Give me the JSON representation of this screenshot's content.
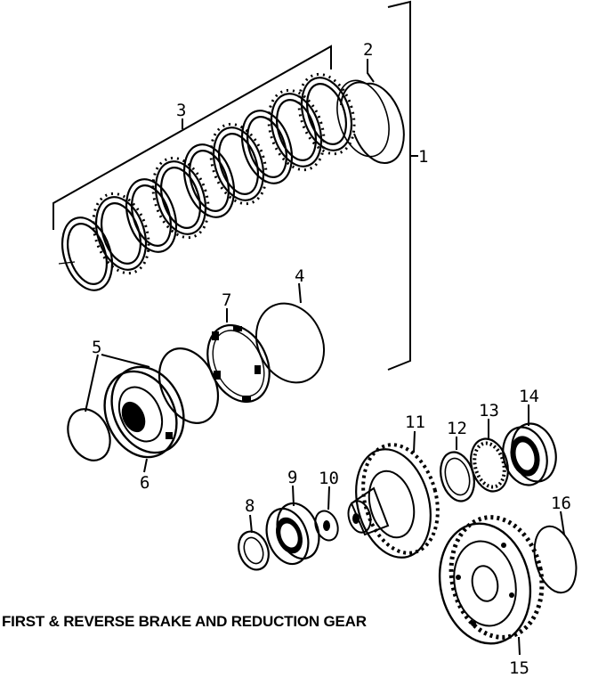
{
  "caption": "FIRST & REVERSE BRAKE AND REDUCTION GEAR",
  "callouts": {
    "c1": "1",
    "c2": "2",
    "c3": "3",
    "c4": "4",
    "c5": "5",
    "c6": "6",
    "c7": "7",
    "c8": "8",
    "c9": "9",
    "c10": "10",
    "c11": "11",
    "c12": "12",
    "c13": "13",
    "c14": "14",
    "c15": "15",
    "c16": "16"
  }
}
